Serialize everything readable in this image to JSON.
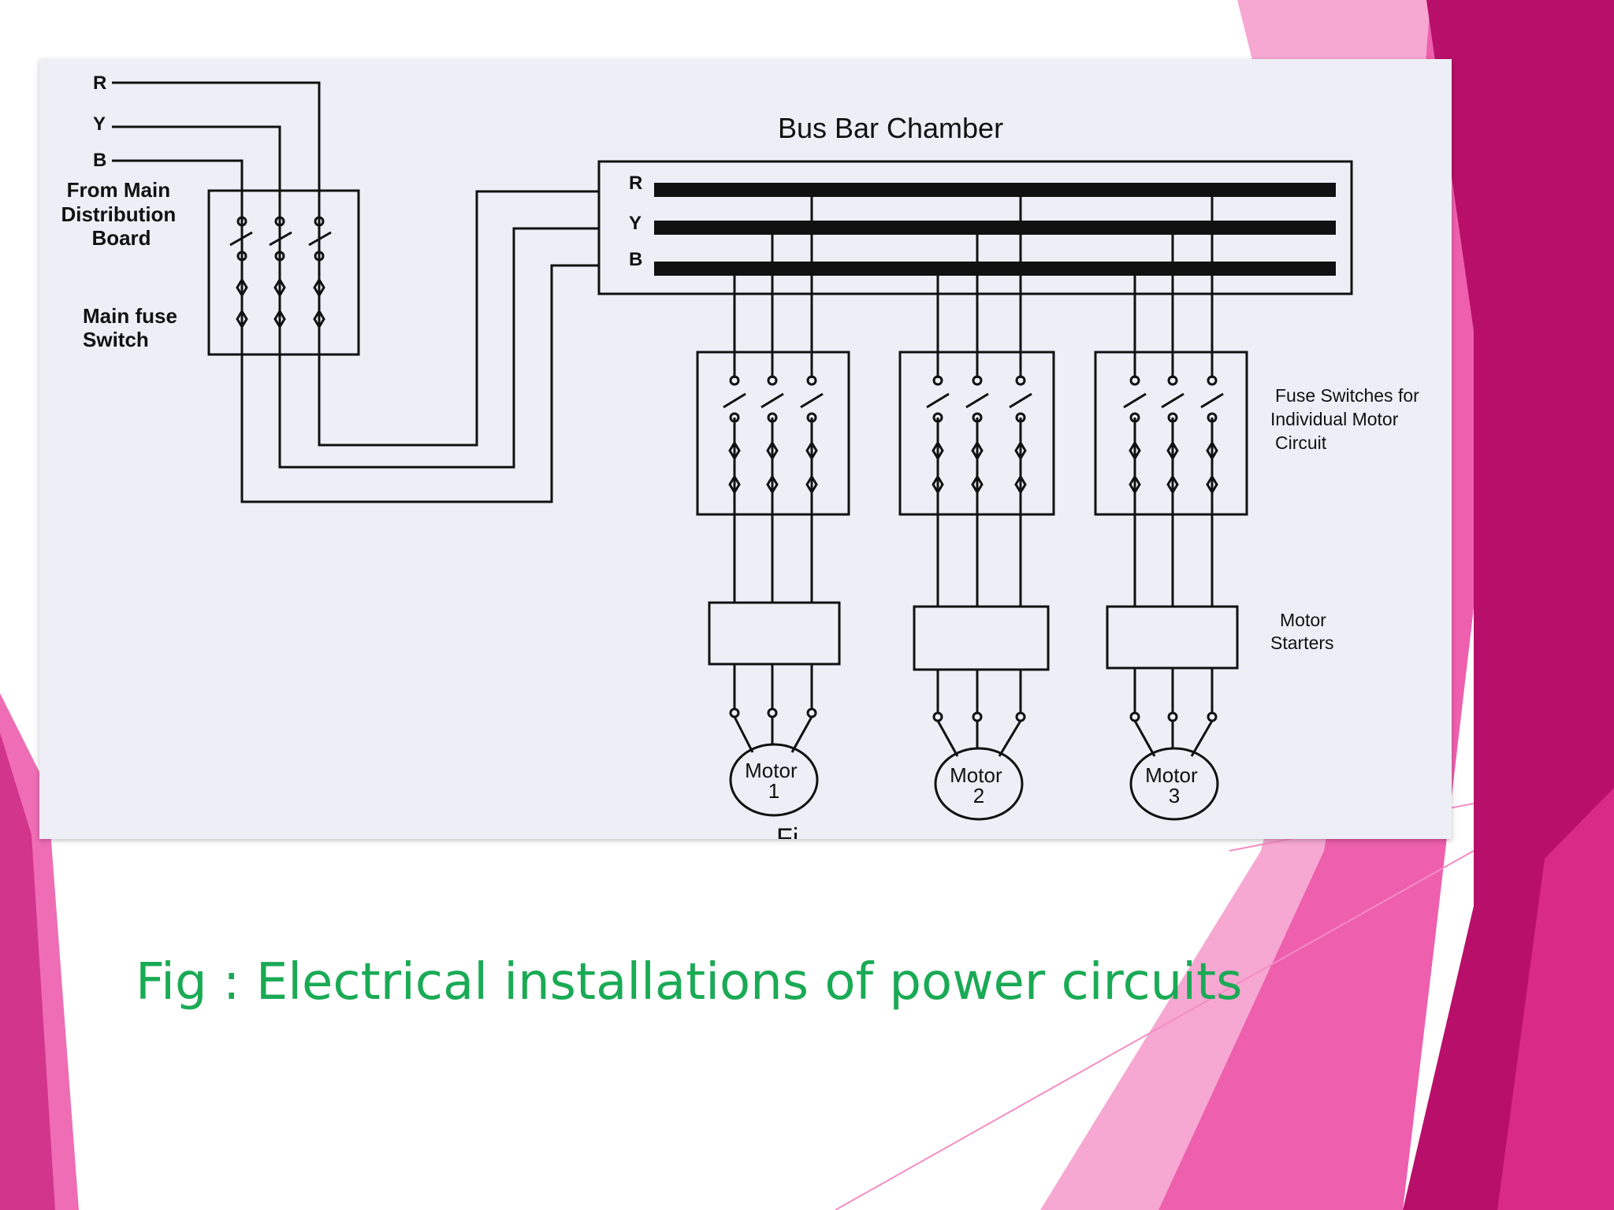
{
  "theme": {
    "pink_light": "#f6a8d2",
    "pink_mid": "#ee5fae",
    "magenta_dark": "#b8106a",
    "caption_color": "#1aaa55",
    "panel_bg": "#eeeff6"
  },
  "diagram": {
    "phase_labels": [
      "R",
      "Y",
      "B"
    ],
    "source_label_lines": [
      "From Main",
      "Distribution",
      "Board"
    ],
    "main_switch_label_lines": [
      "Main fuse",
      "Switch"
    ],
    "bus_bar_title": "Bus Bar Chamber",
    "bus_bar_phase_labels": [
      "R",
      "Y",
      "B"
    ],
    "fuse_switch_label_lines": [
      "Fuse Switches for",
      "Individual Motor",
      "Circuit"
    ],
    "starter_label_lines": [
      "Motor",
      "Starters"
    ],
    "motors": [
      {
        "name": "Motor",
        "number": "1"
      },
      {
        "name": "Motor",
        "number": "2"
      },
      {
        "name": "Motor",
        "number": "3"
      }
    ],
    "cut_off_text": "Fi"
  },
  "caption": "Fig : Electrical installations of power circuits"
}
